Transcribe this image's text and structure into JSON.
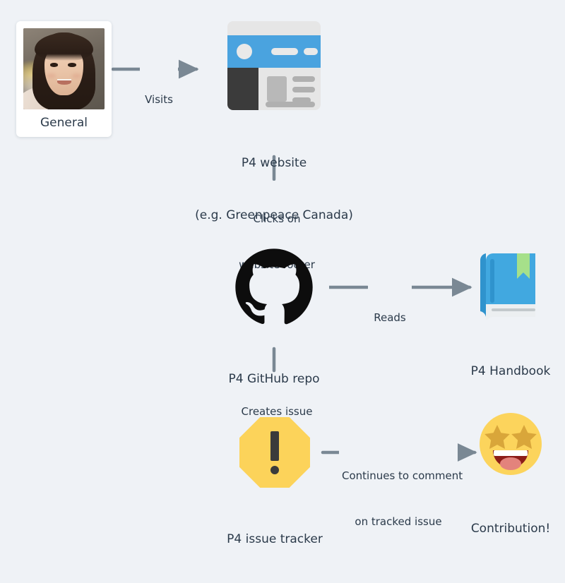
{
  "diagram": {
    "background_color": "#eff2f6",
    "text_color": "#2b3a4a",
    "arrow_color": "#7a8894",
    "title": "",
    "nodes": [
      {
        "id": "persona",
        "icon": "person-photo-card-icon",
        "label": "General",
        "caption_lines": [
          "General"
        ]
      },
      {
        "id": "website",
        "icon": "browser-window-icon",
        "label": "P4 website (e.g. Greenpeace Canada)",
        "caption_lines": [
          "P4 website",
          "(e.g. Greenpeace Canada)"
        ]
      },
      {
        "id": "github",
        "icon": "github-logo-icon",
        "label": "P4 GitHub repo",
        "caption_lines": [
          "P4 GitHub repo"
        ]
      },
      {
        "id": "handbook",
        "icon": "book-icon",
        "label": "P4 Handbook",
        "caption_lines": [
          "P4 Handbook"
        ]
      },
      {
        "id": "issuetracker",
        "icon": "warning-octagon-icon",
        "label": "P4 issue tracker",
        "caption_lines": [
          "P4 issue tracker"
        ]
      },
      {
        "id": "contribution",
        "icon": "star-struck-emoji-icon",
        "label": "Contribution!",
        "caption_lines": [
          "Contribution!"
        ]
      }
    ],
    "edges": [
      {
        "id": "e1",
        "from": "persona",
        "to": "website",
        "label": "Visits",
        "label_lines": [
          "Visits"
        ]
      },
      {
        "id": "e2",
        "from": "website",
        "to": "github",
        "label": "Clicks on website footer",
        "label_lines": [
          "Clicks on",
          "website footer"
        ]
      },
      {
        "id": "e3",
        "from": "github",
        "to": "handbook",
        "label": "Reads",
        "label_lines": [
          "Reads"
        ]
      },
      {
        "id": "e4",
        "from": "github",
        "to": "issuetracker",
        "label": "Creates issue",
        "label_lines": [
          "Creates issue"
        ]
      },
      {
        "id": "e5",
        "from": "issuetracker",
        "to": "contribution",
        "label": "Continues to comment on tracked issue",
        "label_lines": [
          "Continues to comment",
          "on tracked issue"
        ]
      }
    ],
    "colors": {
      "browser_chrome": "#e6e6e6",
      "browser_header": "#4aa3df",
      "browser_sidebar": "#3b3b3b",
      "browser_body": "#e6e6e6",
      "browser_placeholder": "#b0b0b0",
      "github_black": "#0d0d0d",
      "book_cover": "#41a8e0",
      "book_bookmark": "#a6e08a",
      "book_pages": "#eceff1",
      "warning_yellow": "#fcd35a",
      "warning_mark": "#3b3b3b",
      "emoji_yellow": "#fcd45c",
      "emoji_star": "#d9a63a",
      "emoji_mouth": "#8c1d18",
      "emoji_tongue": "#e3837c",
      "card_white": "#ffffff"
    }
  }
}
